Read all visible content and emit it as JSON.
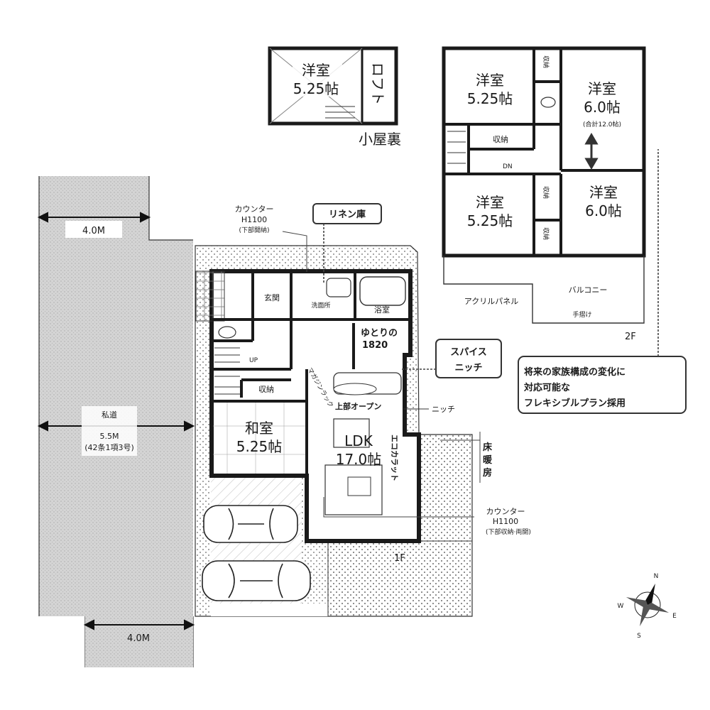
{
  "loft": {
    "room": "洋室",
    "room_size": "5.25帖",
    "loft_label": "ロフト",
    "roof_label": "小屋裏"
  },
  "floor2": {
    "rooms": [
      {
        "name": "洋室",
        "size": "5.25帖"
      },
      {
        "name": "洋室",
        "size": "6.0帖",
        "note": "(合計12.0帖)"
      },
      {
        "name": "洋室",
        "size": "5.25帖"
      },
      {
        "name": "洋室",
        "size": "6.0帖"
      }
    ],
    "storage": "収納",
    "dn": "DN",
    "balcony": "バルコニー",
    "acrylic": "アクリルパネル",
    "handrail": "手摺け",
    "floor_label": "2F"
  },
  "floor1": {
    "genkan": "玄関",
    "senmen": "洗面所",
    "yokushitsu": "浴室",
    "storage": "収納",
    "up": "UP",
    "washitsu": "和室",
    "washitsu_size": "5.25帖",
    "ldk": "LDK",
    "ldk_size": "17.0帖",
    "yutori": "ゆとりの",
    "yutori_num": "1820",
    "magazine": "マガジンラック",
    "open": "上部オープン",
    "niche": "ニッチ",
    "ecocarat": "エコカラット",
    "floor_label": "1F"
  },
  "callouts": {
    "counter_top_1": "カウンター",
    "counter_top_2": "H1100",
    "counter_top_3": "(下部開納)",
    "linen": "リネン庫",
    "spice_1": "スパイス",
    "spice_2": "ニッチ",
    "flex_1": "将来の家族構成の変化に",
    "flex_2": "対応可能な",
    "flex_3": "フレキシブルプラン採用",
    "floor_heat_1": "床",
    "floor_heat_2": "暖",
    "floor_heat_3": "房",
    "counter_bot_1": "カウンター",
    "counter_bot_2": "H1100",
    "counter_bot_3": "(下部収納·両開)"
  },
  "road": {
    "width_top": "4.0M",
    "private_1": "私道",
    "private_2": "5.5M",
    "private_3": "(42条1項3号)",
    "width_bottom": "4.0M"
  },
  "compass": {
    "n": "N",
    "e": "E",
    "s": "S",
    "w": "W"
  }
}
